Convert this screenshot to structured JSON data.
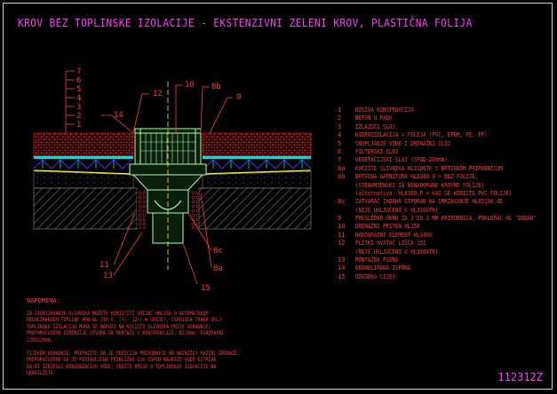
{
  "title": "KROV BEZ TOPLINSKE IZOLACIJE - EKSTENZIVNI ZELENI KROV, PLASTIČNA FOLIJA",
  "drawing_code": "112312Z",
  "callouts": {
    "c7": "7",
    "c6": "6",
    "c5": "5",
    "c4": "4",
    "c3": "3",
    "c2": "2",
    "c1": "1",
    "c12": "12",
    "c14": "14",
    "c10": "10",
    "c8b": "8b",
    "c9": "9",
    "c11": "11",
    "c13": "13",
    "c8c": "8c",
    "c8a": "8a",
    "c15": "15"
  },
  "legend": [
    {
      "num": "1",
      "text": "NOSIVA KONSTRUKCIJA"
    },
    {
      "num": "2",
      "text": "BETON U PADU"
    },
    {
      "num": "3",
      "text": "IZLAZUĆI SLOJ"
    },
    {
      "num": "4",
      "text": "HIDROIZOLACIJA = FOLIJA (PVC, EPDM, PE, PP)"
    },
    {
      "num": "5",
      "text": "SKUPLJANJE VODE I DRENAŽNI SLOJ"
    },
    {
      "num": "6",
      "text": "FILTERSKI SLOJ"
    },
    {
      "num": "7",
      "text": "VEGETACIJSKI SLOJ (SPOD 200mm)"
    },
    {
      "num": "8a",
      "text": "KUĆIŠTE SLIVNIKA HL3100TK S BRTVENOM PRIRUBNICOM"
    },
    {
      "num": "8b",
      "text": "BRTVENA GARNITURA HL8300.0 = BEZ FOLIJE,"
    },
    {
      "num": "",
      "text": "(SVENAMJENSKI ZA NENABORANE KROVNE FOLIJE)"
    },
    {
      "num": "",
      "text": "(alternativa: HL8300.P = KAO SE KORISTE PVC FOLIJE)"
    },
    {
      "num": "8c",
      "text": "ZATVARAČ ZADAHA OTPORAN NA SMRZAVANJE HL05100.4E"
    },
    {
      "num": "",
      "text": "(NIJE UKLJUČENO U HL3100TK)"
    },
    {
      "num": "9",
      "text": "PREGLEDNO OKNO ZA 3 DO 3 MM PRIRUBNICA, POKLOPAC HL \"DODAN\""
    },
    {
      "num": "10",
      "text": "DRENAŽNI PRSTEN HL150"
    },
    {
      "num": "11",
      "text": "NADOGRADNI ELEMENT HL3400"
    },
    {
      "num": "12",
      "text": "PLITKI HVATAČ LIŠĆA 151"
    },
    {
      "num": "",
      "text": "(NIJE UKLJUČENO U HL3100TK)"
    },
    {
      "num": "13",
      "text": "MONTAŽNA PJENA"
    },
    {
      "num": "14",
      "text": "GRANULIRANA ISPUNA"
    },
    {
      "num": "15",
      "text": "ODVODNA CIJEV"
    }
  ],
  "notes": {
    "heading": "NAPOMENA:",
    "lines": [
      "ZA ZAGRIJAVANJE SLIVNIKA MOŽETE KORISTITI GRIJAČ HWL156 S AUTOMATSKIM",
      "REGULIRANJEM TOPLINE 40W/AL 230 V, (+/- 12+/-W GRIJE), (SPOJICA TRAKA UKLJ.",
      "TOPLINSKU IZOLACIJU MORA SE NAPUZI NA KUĆIŠTE SLIVNIKA PRIJE UGRADNJE)",
      "PREPORUČUJEMO DIMENZIJE OTVORA ZA MONTAŽU U KONSTRUKCIJI: Ø220mm, KVADRATNI",
      "220X220mm.",
      "",
      "TIJEKOM UGRADNJE, PRIPAZITE DA JE POZICIJA PRIRUBNICE NA NAJNIŽOJ RAZINI DRENAŽE.",
      "PREPORUČUJEMO DA JE POSTAVLJENA PRIBLIŽNO 1cm ISPOD NAJNIŽE VODE ESTRIHA.",
      "DA BI IZBJEGLI KONDENZACIJU VODE, VODITE BRIGU O TOPLINSKOJ IZOLACIJI NA",
      "GRADILIŠTU."
    ]
  },
  "colors": {
    "title": "#ff3dff",
    "label": "#ff3b3b",
    "gravel": "#ff2020",
    "drain_body": "#a8ffa8",
    "filter": "#00e0e0",
    "drainage": "#3a3aff",
    "membrane": "#ffff00",
    "frame": "#d0d0d0"
  }
}
